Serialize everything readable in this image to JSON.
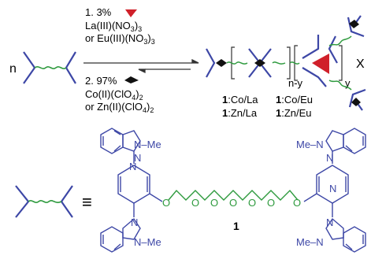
{
  "colors": {
    "monomer_line": "#3d47a6",
    "linker": "#2e9a3e",
    "lanthanide_triangle": "#d0202a",
    "arrow": "#333333",
    "text": "#000000",
    "benzimidazole": "#3d47a6"
  },
  "top_scheme": {
    "reactant_label": "n",
    "step1": {
      "line1": "1. 3%",
      "line1_icon": "red-triangle",
      "line2": "La(III)(NO",
      "line2_sub": "3",
      "line2_end": ")",
      "line2_end_sub": "3",
      "line3": "or Eu(III)(NO",
      "line3_sub": "3",
      "line3_end": ")",
      "line3_end_sub": "3"
    },
    "step2": {
      "line1": "2. 97%",
      "line1_icon": "black-diamond",
      "line2": "Co(II)(ClO",
      "line2_sub": "4",
      "line2_end": ")",
      "line2_end_sub": "2",
      "line3": "or Zn(II)(ClO",
      "line3_sub": "4",
      "line3_end": ")",
      "line3_end_sub": "2"
    },
    "polymer": {
      "subscript_left": "n-y",
      "subscript_right": "y",
      "trailing": "X"
    },
    "products": [
      {
        "bold": "1",
        "rest": ":Co/La"
      },
      {
        "bold": "1",
        "rest": ":Co/Eu"
      },
      {
        "bold": "1",
        "rest": ":Zn/La"
      },
      {
        "bold": "1",
        "rest": ":Zn/Eu"
      }
    ]
  },
  "structure": {
    "equiv_symbol": "≡",
    "compound_number": "1",
    "n_me_upper_left": "N–Me",
    "n_me_lower_left": "N–Me",
    "me_n_upper_right": "Me–N",
    "me_n_lower_right": "Me–N",
    "atom_N": "N",
    "atom_O": "O"
  }
}
